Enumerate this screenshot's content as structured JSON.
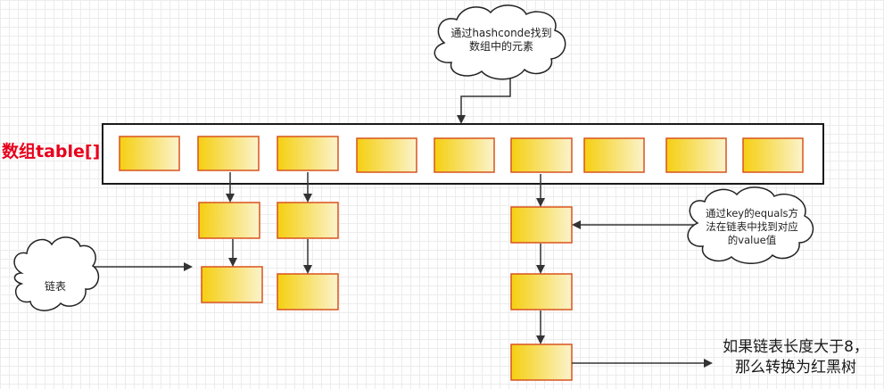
{
  "array_label": "数组table[]",
  "array_label_color": "#e8001c",
  "cell_gradient": {
    "start": "#f5cf10",
    "end": "#fbf3cc"
  },
  "cell_border_color": "#d9531e",
  "clouds": {
    "hash": {
      "lines": [
        "通过hashconde找到",
        "数组中的元素"
      ]
    },
    "linked_list": {
      "lines": [
        "链表"
      ]
    },
    "equals": {
      "lines": [
        "通过key的equals方",
        "法在链表中找到对应",
        "的value值"
      ]
    }
  },
  "note": {
    "lines": [
      "如果链表长度大于8，",
      "那么转换为红黑树"
    ]
  }
}
